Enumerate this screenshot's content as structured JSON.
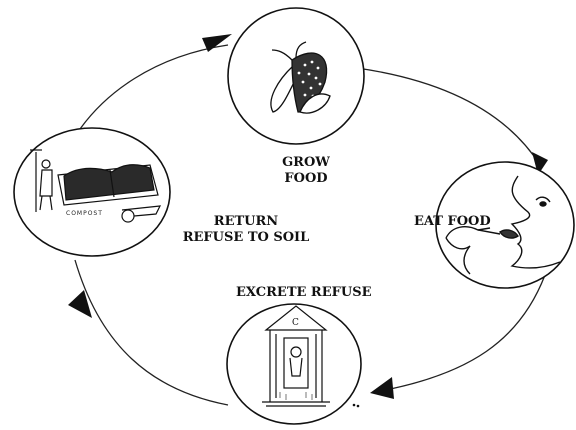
{
  "stages": {
    "grow": {
      "line1": "GROW",
      "line2": "FOOD"
    },
    "eat": {
      "label": "EAT FOOD"
    },
    "excrete": {
      "label": "EXCRETE REFUSE"
    },
    "return": {
      "line1": "RETURN",
      "line2": "REFUSE TO SOIL"
    }
  },
  "illustrations": {
    "compost_sign": "COMPOST",
    "outhouse_sign": "C"
  },
  "colors": {
    "ink": "#111111",
    "background": "#ffffff"
  }
}
